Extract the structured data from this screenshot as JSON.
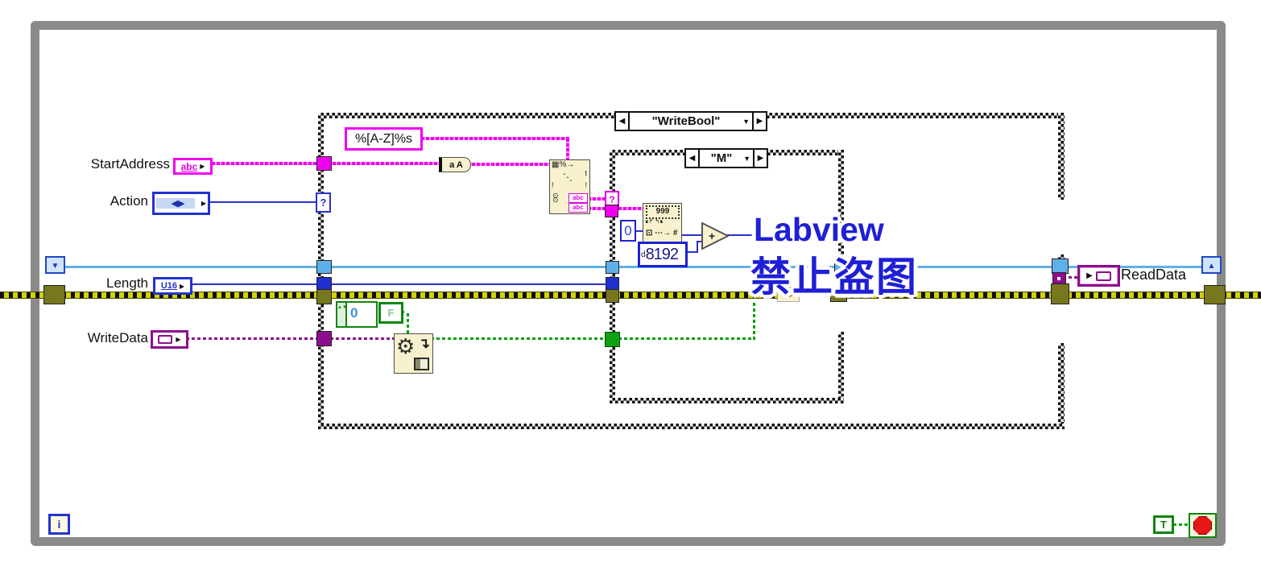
{
  "watermark": {
    "line1": "Labview",
    "line2": "禁止盗图"
  },
  "loop": {
    "iteration": "i",
    "continue_constant": "T"
  },
  "terminals": {
    "start_address": {
      "label": "StartAddress",
      "glyph": "abc"
    },
    "action": {
      "label": "Action",
      "glyph": "◀▶"
    },
    "length": {
      "label": "Length",
      "glyph": "U16"
    },
    "write_data": {
      "label": "WriteData"
    },
    "read_data": {
      "label": "ReadData"
    }
  },
  "cases": {
    "outer": {
      "selector": "\"WriteBool\""
    },
    "inner": {
      "selector": "\"M\""
    }
  },
  "nodes": {
    "format_string_constant": "%[A-Z]%s",
    "to_upper_case": "a A",
    "scan_glyph_top": "▦%→",
    "scan_glyph_t": "t",
    "scan_glyph_excl": "!",
    "scan_glyph_diag": "⋱",
    "scan_glyph_circles": "⊙⊙",
    "scan_output_1": "abc",
    "scan_output_2": "abc",
    "decimal_string_to_number": "999",
    "decimal_mid_glyph": "∎↱  ↰∎",
    "decimal_bottom_glyph": "⊡ ⋯→ #",
    "offset_constant": "0",
    "radix": "d",
    "address_base_constant": "8192",
    "add_function": "+",
    "index_constant": "0",
    "false_constant": "F",
    "outer_selector_tunnel": "?",
    "inner_selector_tunnel": "?"
  },
  "glyphs": {
    "left": "◀",
    "right": "▶",
    "down": "▼",
    "up": "▲",
    "gear": "⚙",
    "hook_arrow": "↴"
  },
  "colors": {
    "magenta": "#F000F0",
    "purple": "#8E0D8E",
    "blue": "#2730CF",
    "light_blue": "#5FB0E8",
    "olive": "#77771E",
    "green": "#0AA00A",
    "node_cream": "#F7F2CD",
    "loop_gray": "#8A8A8A",
    "watermark_blue": "#1F1FD6",
    "stop_red": "#E51717"
  }
}
